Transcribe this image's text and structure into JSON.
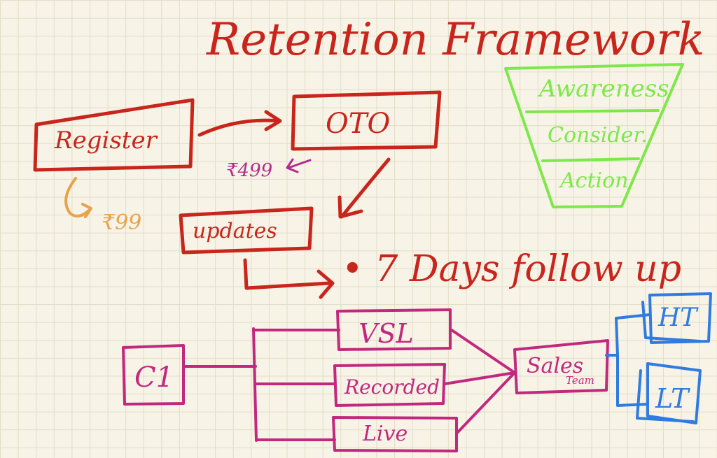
{
  "title": "Retention Framework",
  "flow": {
    "register": "Register",
    "oto": "OTO",
    "oto_price": "₹499",
    "register_price": "₹99",
    "updates": "updates",
    "follow_up": "• 7 Days follow up"
  },
  "funnel": {
    "stages": [
      "Awareness",
      "Consider.",
      "Action"
    ]
  },
  "channels": {
    "source": "C1",
    "items": [
      "VSL",
      "Recorded",
      "Live"
    ],
    "sales": "Sales",
    "sales_sub": "Team",
    "outcomes": [
      "HT",
      "LT"
    ]
  }
}
